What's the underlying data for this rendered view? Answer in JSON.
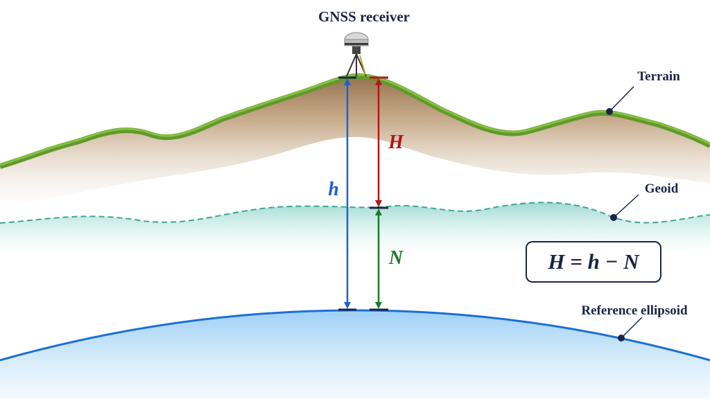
{
  "labels": {
    "receiver": "GNSS receiver",
    "terrain": "Terrain",
    "geoid": "Geoid",
    "ellipsoid": "Reference ellipsoid"
  },
  "symbols": {
    "ellipsoidal_height": "h",
    "orthometric_height": "H",
    "geoid_undulation": "N"
  },
  "formula": "H = h − N",
  "colors": {
    "h": "#1f5fd1",
    "H": "#b3161b",
    "N": "#1b7a2b",
    "text": "#1b2446",
    "terrain_grass": "#5f9a2a",
    "terrain_soil": "#a07a52",
    "geoid": "#3aa59a",
    "ellipsoid": "#1a6fd6"
  }
}
